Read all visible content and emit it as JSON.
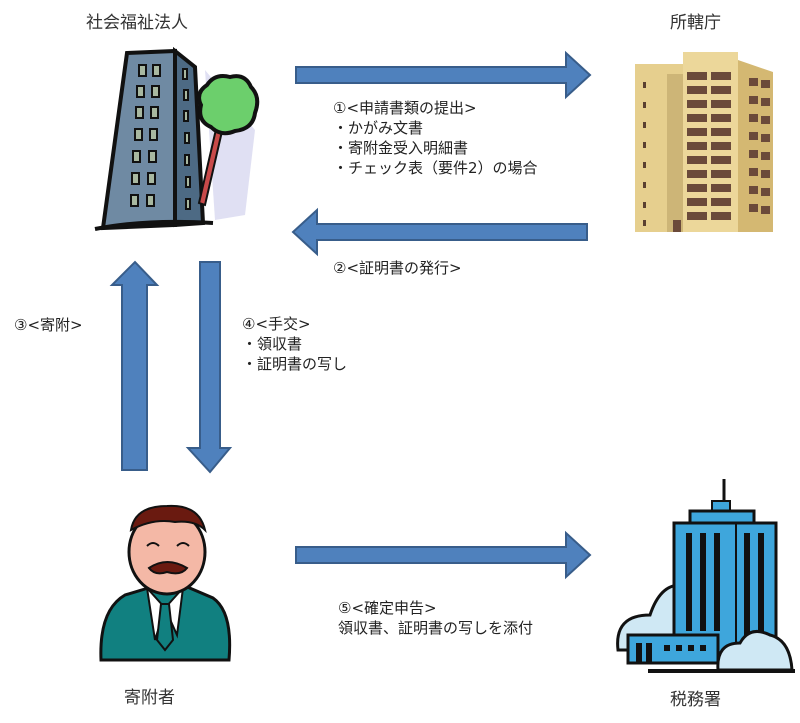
{
  "nodes": {
    "welfare_corp": {
      "label": "社会福祉法人",
      "icon": "office-building-with-tree"
    },
    "authority": {
      "label": "所轄庁",
      "icon": "government-building"
    },
    "donor": {
      "label": "寄附者",
      "icon": "businessman"
    },
    "tax_office": {
      "label": "税務署",
      "icon": "tax-office-building"
    }
  },
  "steps": [
    {
      "title": "①<申請書類の提出>",
      "items": [
        "・かがみ文書",
        "・寄附金受入明細書",
        "・チェック表（要件2）の場合"
      ],
      "from": "社会福祉法人",
      "to": "所轄庁"
    },
    {
      "title": "②<証明書の発行>",
      "items": [],
      "from": "所轄庁",
      "to": "社会福祉法人"
    },
    {
      "title": "③<寄附>",
      "items": [],
      "from": "寄附者",
      "to": "社会福祉法人"
    },
    {
      "title": "④<手交>",
      "items": [
        "・領収書",
        "・証明書の写し"
      ],
      "from": "社会福祉法人",
      "to": "寄附者"
    },
    {
      "title": "⑤<確定申告>",
      "items": [
        "領収書、証明書の写しを添付"
      ],
      "from": "寄附者",
      "to": "税務署"
    }
  ],
  "colors": {
    "arrow_fill": "#4f81bd",
    "arrow_stroke": "#385d8a"
  }
}
